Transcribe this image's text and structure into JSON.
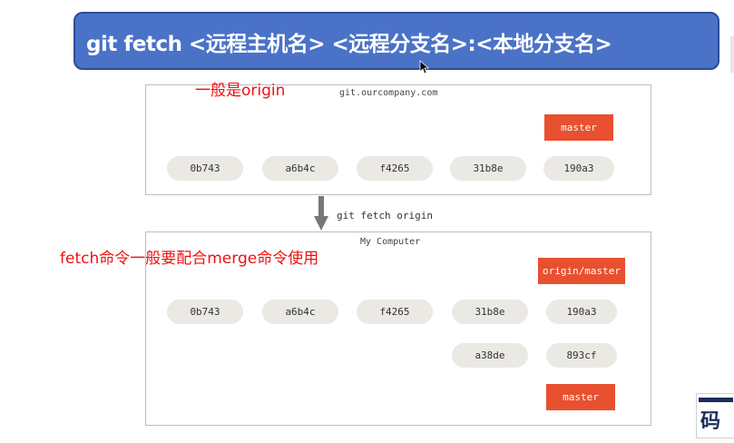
{
  "title": "git fetch <远程主机名> <远程分支名>:<本地分支名>",
  "annotations": {
    "origin_note": "一般是origin",
    "merge_note": "fetch命令一般要配合merge命令使用"
  },
  "remote": {
    "label": "git.ourcompany.com",
    "commits": [
      "0b743",
      "a6b4c",
      "f4265",
      "31b8e",
      "190a3"
    ],
    "branch": "master"
  },
  "fetch_command": "git fetch origin",
  "local": {
    "label": "My Computer",
    "commits": [
      "0b743",
      "a6b4c",
      "f4265",
      "31b8e",
      "190a3"
    ],
    "fork_commits": [
      "a38de",
      "893cf"
    ],
    "remote_branch": "origin/master",
    "branch": "master"
  },
  "logo": {
    "text": "码"
  },
  "colors": {
    "title_bg": "#4a72c7",
    "branch_bg": "#e8502f",
    "node_bg": "#ebe9e3",
    "note_text": "#ee1111"
  }
}
